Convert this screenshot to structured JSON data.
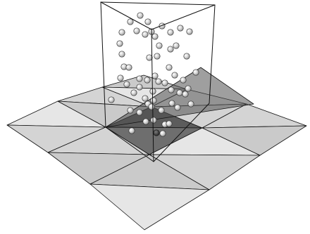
{
  "figure": {
    "description_free": true,
    "colors": {
      "background": "#ffffff",
      "tile_light": "#e6e6e6",
      "tile_mid": "#d4d4d4",
      "tile_dark": "#cacaca",
      "highlight_cell": "#6e6e6e",
      "highlight_cell_dark": "#5c5c5c",
      "highlight_triangle": "#505050",
      "edge": "#111111",
      "particle_fill": "#d8d8d8",
      "particle_shade": "#8a8a8a",
      "particle_dark": "#2a2a2a"
    },
    "grid": {
      "cells_per_side": 3,
      "highlighted_cell": "center"
    },
    "prism": {
      "shape": "triangular",
      "particle_count": 58,
      "dark_particles": 1
    }
  }
}
